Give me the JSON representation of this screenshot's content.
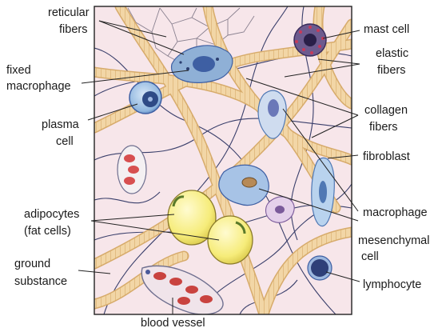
{
  "labels": {
    "reticular_fibers": [
      "reticular",
      "fibers"
    ],
    "fixed_macrophage": [
      "fixed",
      "macrophage"
    ],
    "plasma_cell": [
      "plasma",
      "cell"
    ],
    "adipocytes": [
      "adipocytes",
      "(fat cells)"
    ],
    "ground_substance": [
      "ground",
      "substance"
    ],
    "blood_vessel": [
      "blood vessel"
    ],
    "mast_cell": [
      "mast cell"
    ],
    "elastic_fibers": [
      "elastic",
      "fibers"
    ],
    "collagen_fibers": [
      "collagen",
      "fibers"
    ],
    "fibroblast": [
      "fibroblast"
    ],
    "macrophage": [
      "macrophage"
    ],
    "mesenchymal_cell": [
      "mesenchymal",
      "cell"
    ],
    "lymphocyte": [
      "lymphocyte"
    ]
  },
  "colors": {
    "ground": "#f7e6ea",
    "collagen": "#f2d6a6",
    "collagen_stripe": "#d7ab6b",
    "elastic": "#3a3f6b",
    "reticular": "#8a8190",
    "cell_blue": "#7da9d8",
    "nucleus_blue": "#3e5fa3",
    "fat": "#f6ec7a",
    "blood": "#c9433f"
  }
}
